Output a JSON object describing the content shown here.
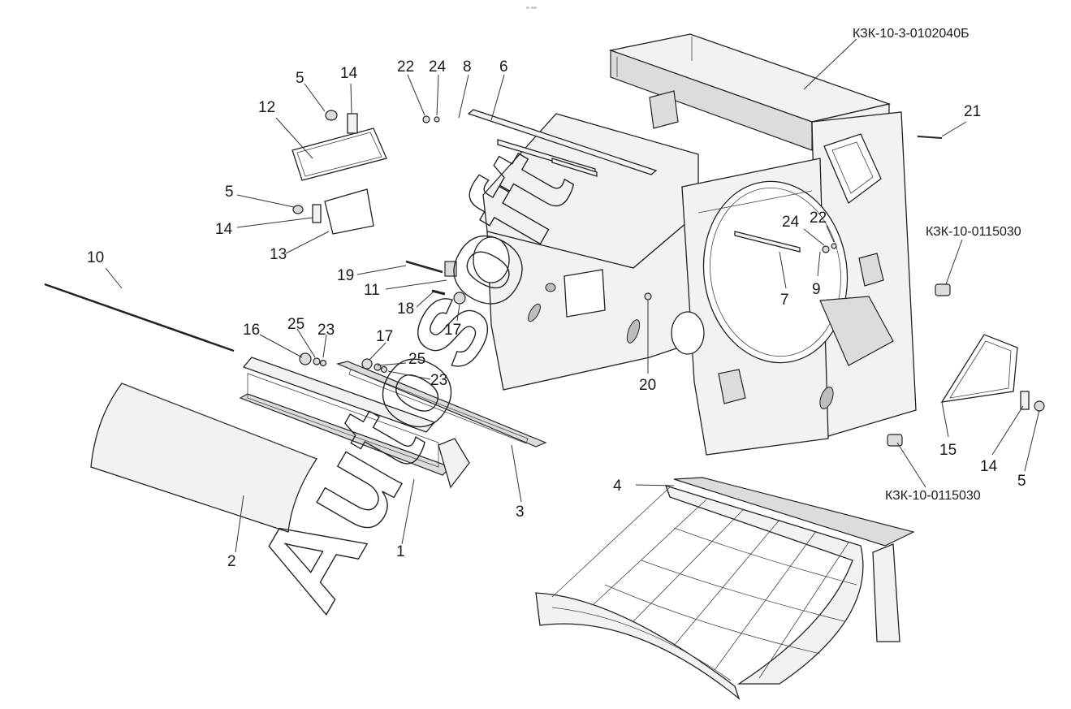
{
  "header_mark": "ᵃⁿ ᵃᵃᵃ",
  "watermark": "Autosoft",
  "assembly_codes": {
    "top_right": "КЗК-10-3-0102040Б",
    "right_upper": "КЗК-10-0115030",
    "right_lower": "КЗК-10-0115030"
  },
  "callouts": {
    "c1": "1",
    "c2": "2",
    "c3": "3",
    "c4": "4",
    "c5a": "5",
    "c5b": "5",
    "c5c": "5",
    "c6": "6",
    "c7": "7",
    "c8": "8",
    "c9": "9",
    "c10": "10",
    "c11": "11",
    "c12": "12",
    "c13": "13",
    "c14a": "14",
    "c14b": "14",
    "c14c": "14",
    "c15": "15",
    "c16": "16",
    "c17a": "17",
    "c17b": "17",
    "c18": "18",
    "c19": "19",
    "c20": "20",
    "c21": "21",
    "c22a": "22",
    "c22b": "22",
    "c23a": "23",
    "c23b": "23",
    "c24a": "24",
    "c24b": "24",
    "c25a": "25",
    "c25b": "25"
  }
}
